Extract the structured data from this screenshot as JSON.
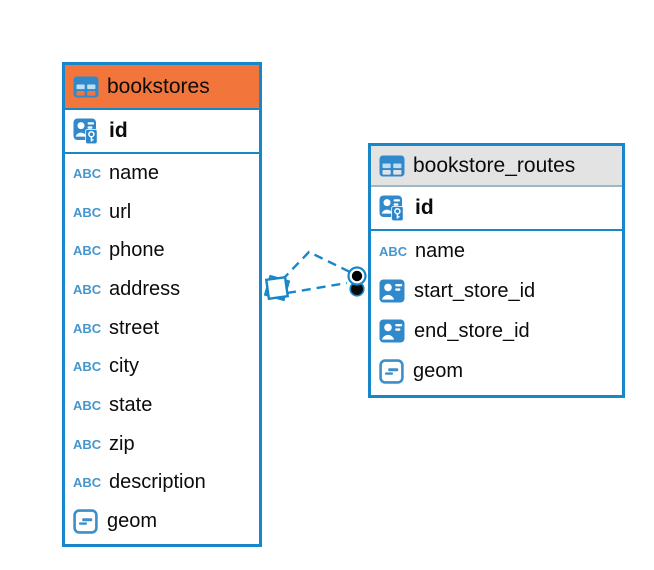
{
  "app": {
    "type": "er-diagram-editor",
    "background": "#ffffff"
  },
  "colors": {
    "accent_blue": "#1787C9",
    "icon_blue": "#3089CB",
    "abc_icon_blue": "#4696CE",
    "selected_header_orange": "#F2763C",
    "header_gray": "#E3E3E3",
    "text": "#0b0b0b",
    "relation_line": "#1787C9",
    "relation_dot_core": "#000000"
  },
  "icons": {
    "text_type_glyph": "ABC",
    "table_icon": "table-grid",
    "pk_icon": "person-card-with-key",
    "ref_icon": "person-card",
    "geometry_icon": "rounded-square-with-dashes"
  },
  "tables": [
    {
      "header_label": "bookstores",
      "selected": true,
      "pk": {
        "label": "id",
        "type": "primary-key"
      },
      "columns": [
        {
          "label": "name",
          "type": "text"
        },
        {
          "label": "url",
          "type": "text"
        },
        {
          "label": "phone",
          "type": "text"
        },
        {
          "label": "address",
          "type": "text"
        },
        {
          "label": "street",
          "type": "text"
        },
        {
          "label": "city",
          "type": "text"
        },
        {
          "label": "state",
          "type": "text"
        },
        {
          "label": "zip",
          "type": "text"
        },
        {
          "label": "description",
          "type": "text"
        },
        {
          "label": "geom",
          "type": "geometry"
        }
      ]
    },
    {
      "header_label": "bookstore_routes",
      "selected": false,
      "pk": {
        "label": "id",
        "type": "primary-key"
      },
      "columns": [
        {
          "label": "name",
          "type": "text"
        },
        {
          "label": "start_store_id",
          "type": "reference"
        },
        {
          "label": "end_store_id",
          "type": "reference"
        },
        {
          "label": "geom",
          "type": "geometry"
        }
      ]
    }
  ],
  "relations": [
    {
      "between": [
        "bookstores",
        "bookstore_routes"
      ],
      "style": "dashed",
      "line_count": 2,
      "left_marker": "double-square-handle",
      "right_marker": "double-dot"
    }
  ]
}
